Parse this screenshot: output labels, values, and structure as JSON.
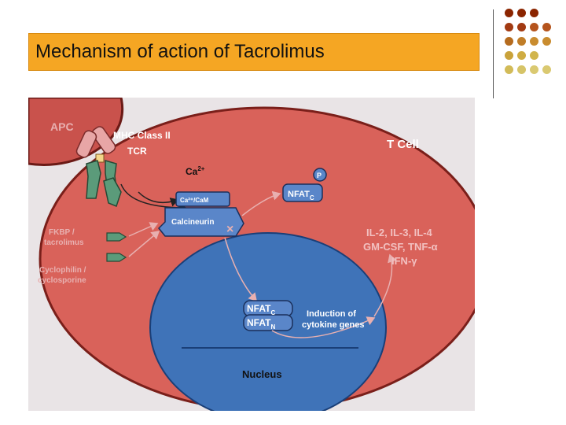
{
  "slide": {
    "title": "Mechanism of action of Tacrolimus"
  },
  "diagram": {
    "apc_label": "APC",
    "mhc_label": "MHC Class II",
    "tcr_label": "TCR",
    "tcell_label": "T Cell",
    "ca_label": "Ca",
    "ca_sup": "2+",
    "ca_cam_label": "Ca²⁺/CaM",
    "calcineurin_label": "Calcineurin",
    "phosphate_label": "P",
    "nfat_label": "NFAT",
    "nfat_sub_c": "C",
    "nfat_sub_n": "N",
    "fkbp_line1": "FKBP /",
    "fkbp_line2": "tacrolimus",
    "cyclo_line1": "Cyclophilin /",
    "cyclo_line2": "cyclosporine",
    "cytokines_line1": "IL-2, IL-3, IL-4",
    "cytokines_line2": "GM-CSF, TNF-α",
    "cytokines_line3": "IFN-γ",
    "induction_line1": "Induction of",
    "induction_line2": "cytokine genes",
    "nucleus_label": "Nucleus"
  },
  "colors": {
    "title_bar": "#f5a623",
    "cytoplasm": "#d9625a",
    "nucleus": "#3f73b8",
    "calcineurin": "#5a86c9",
    "receptor_green": "#5b9b7a",
    "mhc_pink": "#e8a6a6"
  }
}
